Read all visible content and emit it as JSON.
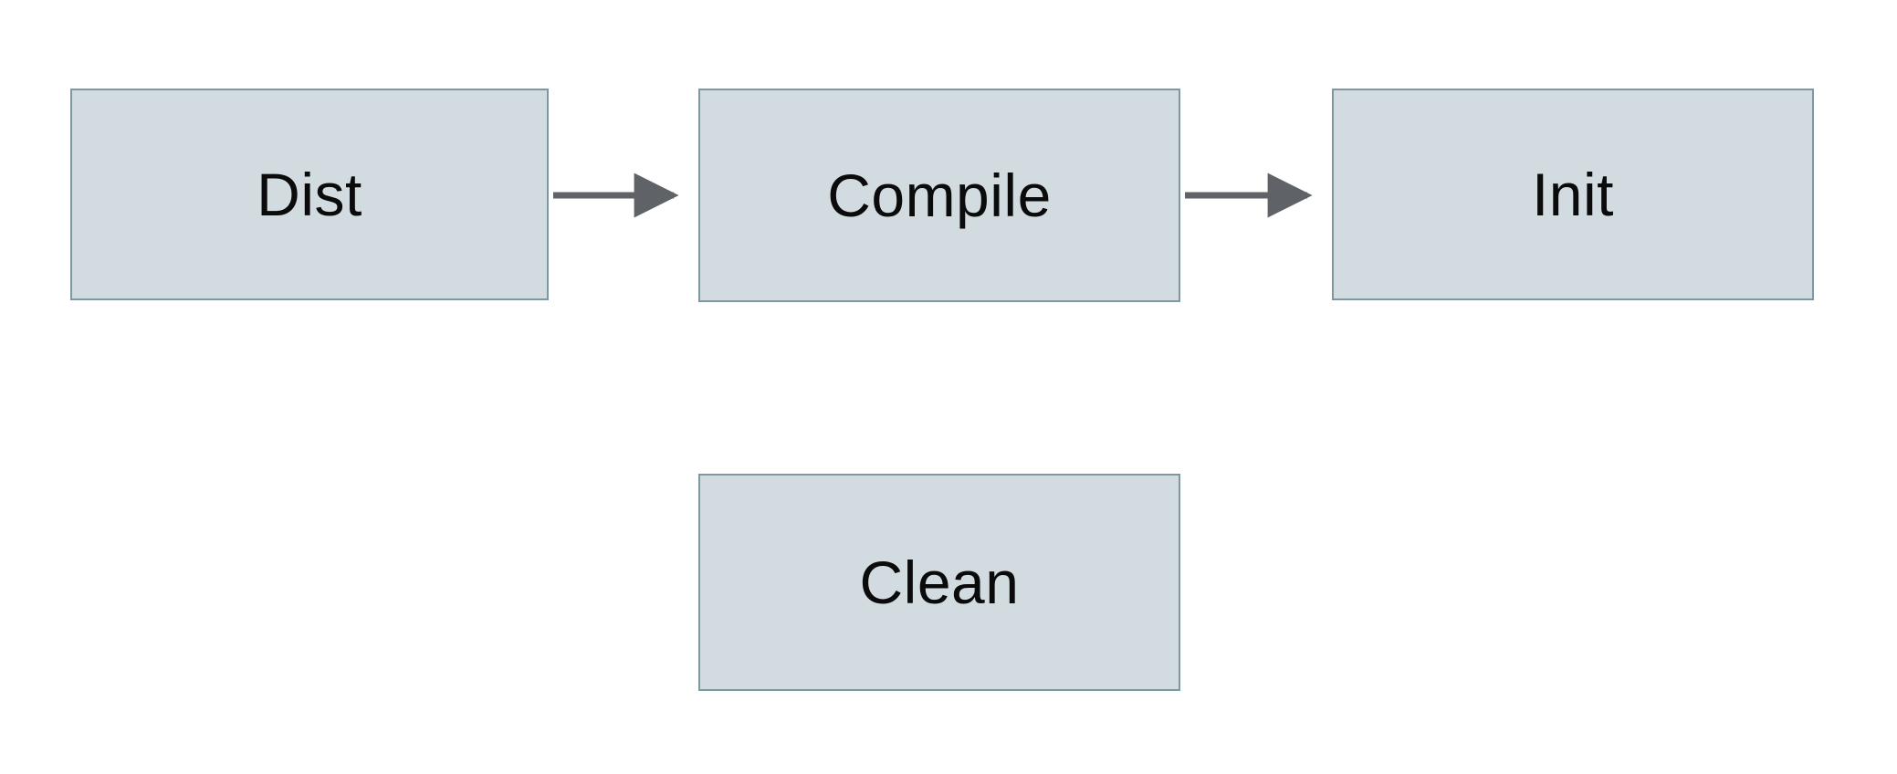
{
  "diagram": {
    "type": "flowchart",
    "title": "",
    "nodes": [
      {
        "id": "dist",
        "label": "Dist"
      },
      {
        "id": "compile",
        "label": "Compile"
      },
      {
        "id": "init",
        "label": "Init"
      },
      {
        "id": "clean",
        "label": "Clean"
      }
    ],
    "edges": [
      {
        "from": "Dist",
        "to": "Compile",
        "style": "arrow-right"
      },
      {
        "from": "Compile",
        "to": "Init",
        "style": "arrow-right"
      }
    ],
    "colors": {
      "node_fill": "#d2dbdf",
      "node_border": "#7e98a2",
      "arrow": "#5f6368",
      "text": "#0b0b0b",
      "background": "#ffffff"
    }
  }
}
